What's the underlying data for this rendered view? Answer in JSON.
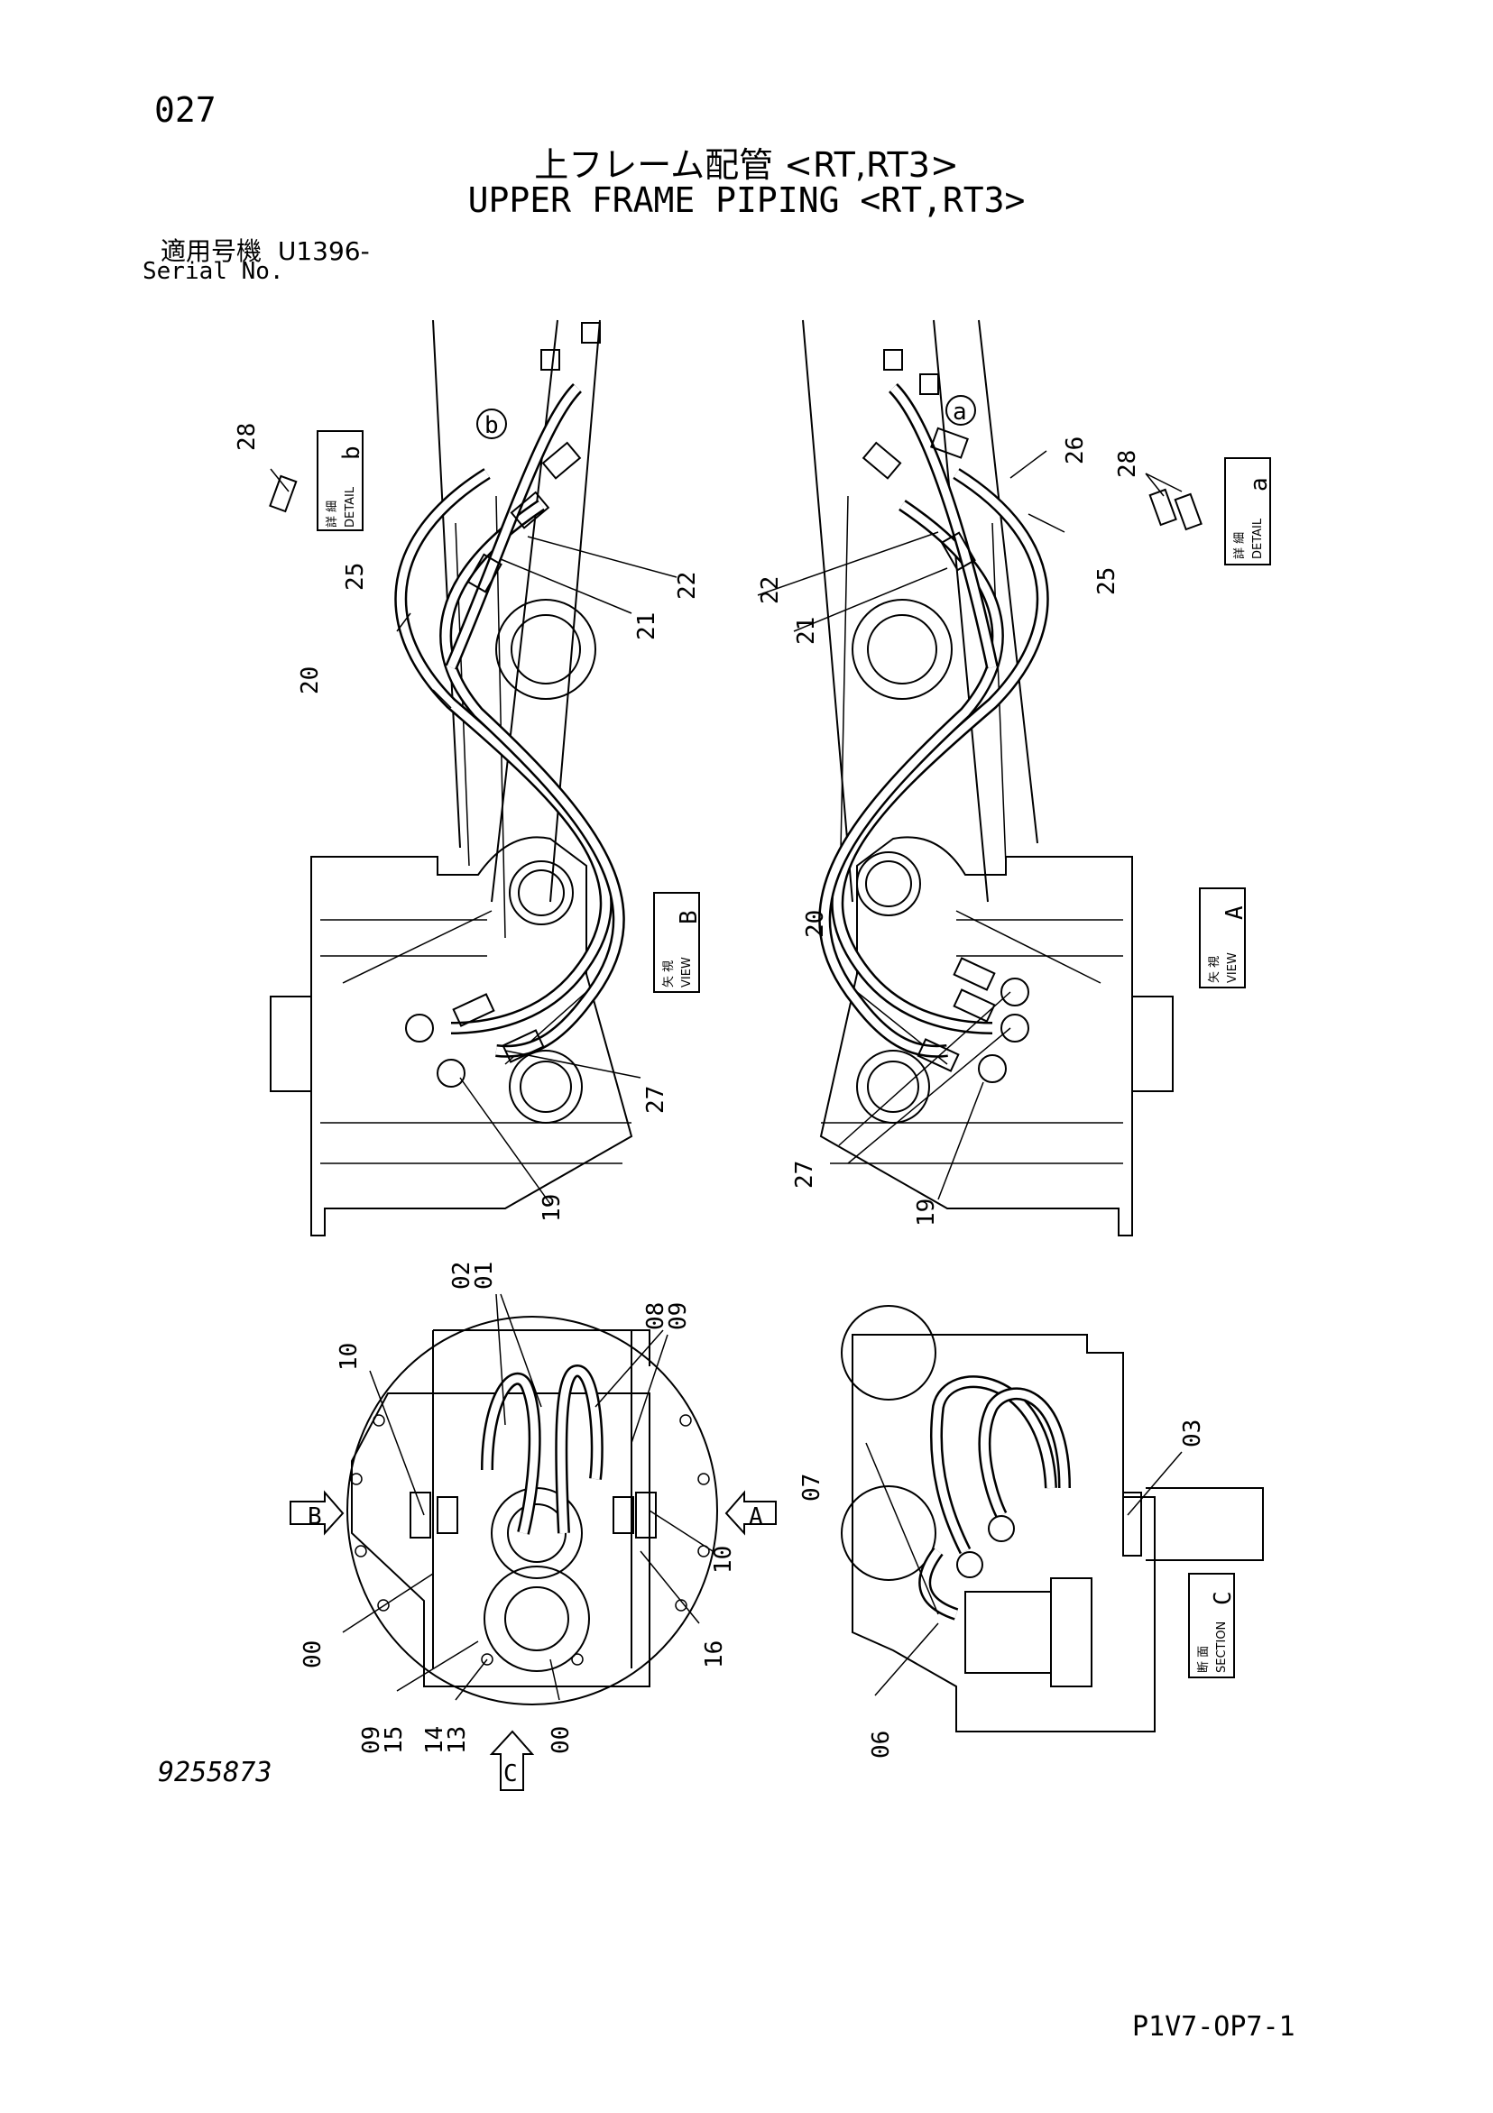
{
  "header": {
    "page_number": "027",
    "title_jp": "上フレーム配管 <RT,RT3>",
    "title_en": "UPPER FRAME PIPING <RT,RT3>",
    "serial_label_jp": "適用号機",
    "serial_value": "U1396-",
    "serial_label_en": "Serial No."
  },
  "footer": {
    "doc_number": "9255873",
    "page_code": "P1V7-OP7-1"
  },
  "views": {
    "view_b": {
      "jp": "矢 視",
      "en": "VIEW",
      "letter": "B"
    },
    "view_a": {
      "jp": "矢 視",
      "en": "VIEW",
      "letter": "A"
    },
    "detail_b": {
      "jp": "詳 細",
      "en": "DETAIL",
      "letter": "b"
    },
    "detail_a": {
      "jp": "詳 細",
      "en": "DETAIL",
      "letter": "a"
    },
    "section_c": {
      "jp": "断 面",
      "en": "SECTION",
      "letter": "C"
    }
  },
  "markers": {
    "a": "a",
    "b": "b",
    "A": "A",
    "B": "B",
    "C": "C"
  },
  "callouts": {
    "view_b": [
      "28",
      "25",
      "20",
      "22",
      "21",
      "27",
      "19"
    ],
    "view_a": [
      "28",
      "26",
      "25",
      "22",
      "21",
      "20",
      "27",
      "19"
    ],
    "top_plan": [
      "02",
      "01",
      "08",
      "09",
      "10",
      "10",
      "00",
      "16",
      "09",
      "15",
      "14",
      "13",
      "00"
    ],
    "section_c": [
      "03",
      "07",
      "06"
    ]
  }
}
